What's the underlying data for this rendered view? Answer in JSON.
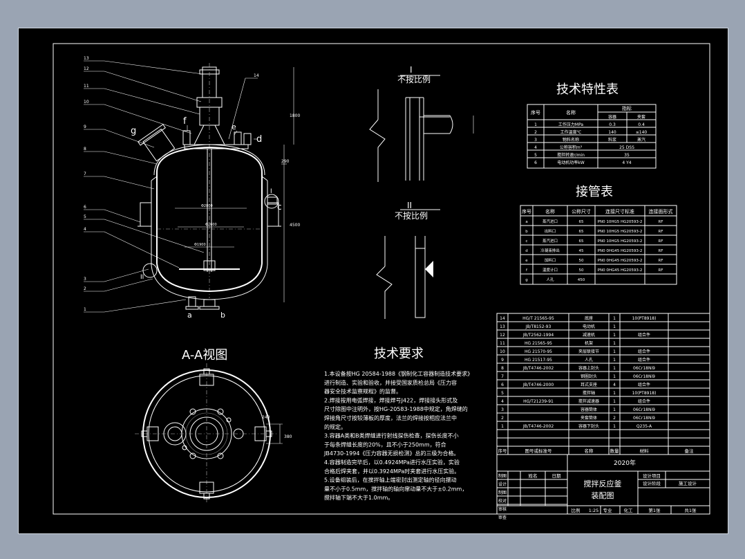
{
  "view_titles": {
    "section_view": "A-A视图",
    "detail_1": "I",
    "detail_1_note": "不按比例",
    "detail_2": "II",
    "detail_2_note": "不按比例",
    "tech_char": "技术特性表",
    "nozzle": "接管表",
    "requirements": "技术要求"
  },
  "tech_table": {
    "headers": [
      "序号",
      "名称",
      "指标"
    ],
    "sub_headers": [
      "容器",
      "夹套"
    ],
    "rows": [
      [
        "1",
        "工作压力MPa",
        "0.3",
        "0.4"
      ],
      [
        "2",
        "工作温度℃",
        "140",
        "≤140"
      ],
      [
        "3",
        "物料名称",
        "料浆",
        "蒸汽"
      ],
      [
        "4",
        "公称容积m³",
        "25 DSS",
        ""
      ],
      [
        "5",
        "搅拌转速r/min",
        "35",
        ""
      ],
      [
        "6",
        "电动机功率kW",
        "4 Y4",
        ""
      ]
    ]
  },
  "nozzle_table": {
    "headers": [
      "序号",
      "名称",
      "公称尺寸",
      "连接尺寸标准",
      "连接面形式"
    ],
    "rows": [
      [
        "a",
        "蒸汽进口",
        "65",
        "PN0 10HG5 HG20593-2",
        "RF"
      ],
      [
        "b",
        "出料口",
        "65",
        "PN0 10HG5 HG20593-2",
        "RF"
      ],
      [
        "c",
        "蒸汽进口",
        "65",
        "PN0 10HG5 HG20593-2",
        "RF"
      ],
      [
        "d",
        "冷凝液排出",
        "45",
        "PN0 0HG45 HG20593-2",
        "RF"
      ],
      [
        "e",
        "加料口",
        "50",
        "PN0 0HG45 HG20593-2",
        "RF"
      ],
      [
        "f",
        "温度计口",
        "50",
        "PN0 0HG45 HG20593-2",
        "RF"
      ],
      [
        "g",
        "人孔",
        "450",
        "",
        ""
      ]
    ]
  },
  "requirements": [
    "1.本设备按HG 20584-1988《钢制化工容器制造技术要求》",
    "进行制造、实验和验收，并接受国家质检总局《压力容",
    "器安全技术监察规程》的监督。",
    "2.焊接按用电弧焊接，焊接焊号J422，焊接接头形式及",
    "尺寸除图中注明外，按HG-20583-1988中规定，角焊缝的",
    "焊接角尺寸按较薄板的厚度，法兰的焊接按相应法兰中",
    "的规定。",
    "3.容器A类和B类焊缝进行射线探伤检查，探伤长度不小",
    "于每条焊缝长度的20%，且不小于250mm，符合",
    "JB4730-1994《压力容器无损检测》总的三级为合格。",
    "4.容器制造完毕后，以0.4924MPa进行水压实验，实验",
    "合格后焊夹套，并以0.3924MPa时夹套进行水压实验。",
    "5.设备组装后，在搅拌轴上端密封出测定轴的径向摆动",
    "量不小于0.5mm，搅拌轴的轴向窜动量不大于±0.2mm，",
    "搅拌轴下端不大于1.0mm。"
  ],
  "bom": {
    "rows": [
      [
        "14",
        "HG/T 21565-95",
        "底座",
        "1",
        "10(PT8918)"
      ],
      [
        "13",
        "JB/T8152-93",
        "电动机",
        "1",
        ""
      ],
      [
        "12",
        "JB/T2562-1994",
        "减速机",
        "1",
        "组合件"
      ],
      [
        "11",
        "HG 21565-95",
        "机架",
        "1",
        ""
      ],
      [
        "10",
        "HG 21570-95",
        "夹层联接节",
        "1",
        "组合件"
      ],
      [
        "9",
        "HG 21517-95",
        "人孔",
        "1",
        "组合件"
      ],
      [
        "8",
        "JB/T4746-2002",
        "容器上封头",
        "1",
        "06Cr18Ni9"
      ],
      [
        "7",
        "",
        "钢圈封头",
        "1",
        "06Cr18Ni9"
      ],
      [
        "6",
        "JB/T4746-2000",
        "耳式支座",
        "4",
        "组合件"
      ],
      [
        "5",
        "",
        "搅拌轴",
        "1",
        "10(PT8918)"
      ],
      [
        "4",
        "HG/T21239-91",
        "搅拌减速器",
        "1",
        "组合件"
      ],
      [
        "3",
        "",
        "容器筒体",
        "1",
        "06Cr18Ni9"
      ],
      [
        "2",
        "",
        "夹套筒体",
        "2",
        "06Cr18Ni9"
      ],
      [
        "1",
        "JB/T4746-2002",
        "容器下封头",
        "1",
        "Q235-A"
      ]
    ],
    "headers": [
      "序号",
      "图号或标准号",
      "名称",
      "数量",
      "材料",
      "备注"
    ],
    "year": "2020年",
    "title_block": {
      "roles": [
        "制图",
        "设计",
        "制图",
        "校对",
        "审核",
        "审查"
      ],
      "col_name": "姓名",
      "col_date": "日期",
      "drawing_title_1": "搅拌反应釜",
      "drawing_title_2": "装配图",
      "project_label": "设计项目",
      "stage_label": "设计阶段",
      "stage_value": "施工设计",
      "scale_label": "比例",
      "scale_value": "1:25",
      "major_label": "专业",
      "major_value": "化工",
      "sheet_label": "第1张",
      "total_label": "共1张"
    }
  },
  "callouts": [
    "13",
    "12",
    "11",
    "10",
    "9",
    "8",
    "7",
    "6",
    "5",
    "4",
    "3",
    "2",
    "1",
    "14"
  ],
  "nozzle_letters": [
    "f",
    "g",
    "e",
    "d",
    "c",
    "a",
    "b",
    "I",
    "II"
  ],
  "dimensions": [
    "1800",
    "290",
    "4500",
    "Φ2800",
    "Φ2600",
    "Φ1900",
    "240",
    "380"
  ]
}
